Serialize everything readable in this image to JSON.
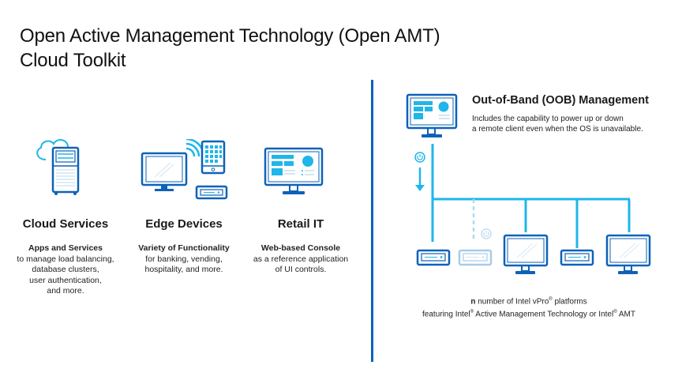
{
  "title": {
    "line1": "Open Active Management Technology (Open AMT)",
    "line2": "Cloud Toolkit"
  },
  "colors": {
    "dark_blue": "#0d62b8",
    "light_blue": "#1fb6ea",
    "faded_blue": "#a9cbe8",
    "divider": "#0d62b8"
  },
  "columns": [
    {
      "icon": "cloud-server-icon",
      "heading": "Cloud Services",
      "subheading": "Apps and Services",
      "lines": [
        "to manage load balancing,",
        "database clusters,",
        "user authentication,",
        "and more."
      ]
    },
    {
      "icon": "edge-devices-icon",
      "heading": "Edge Devices",
      "subheading": "Variety of Functionality",
      "lines": [
        "for banking, vending,",
        "hospitality, and more."
      ]
    },
    {
      "icon": "web-console-monitor-icon",
      "heading": "Retail IT",
      "subheading": "Web-based Console",
      "lines": [
        "as a reference application",
        "of UI controls."
      ]
    }
  ],
  "oob": {
    "heading": "Out-of-Band (OOB) Management",
    "desc_line1": "Includes the capability to power up or down",
    "desc_line2": "a remote client even when the OS is unavailable."
  },
  "diagram": {
    "nodes": [
      {
        "type": "mini-pc",
        "state": "active"
      },
      {
        "type": "mini-pc",
        "state": "off"
      },
      {
        "type": "monitor",
        "state": "active"
      },
      {
        "type": "mini-pc",
        "state": "active"
      },
      {
        "type": "monitor",
        "state": "active"
      }
    ]
  },
  "footer": {
    "bold": "n",
    "line1_rest": " number of Intel vPro",
    "line1_tail": " platforms",
    "line2_a": "featuring Intel",
    "line2_b": " Active Management Technology or Intel",
    "line2_c": " AMT",
    "reg": "®"
  }
}
